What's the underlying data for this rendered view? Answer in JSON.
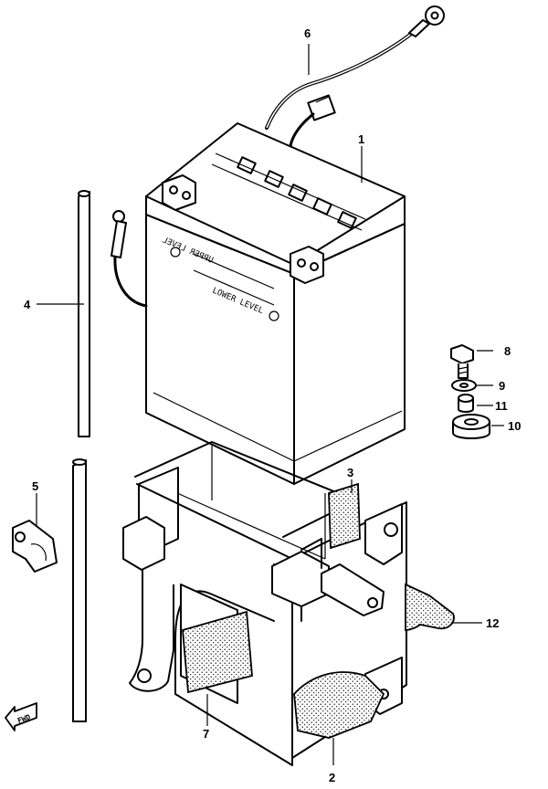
{
  "callouts": {
    "c1": "1",
    "c2": "2",
    "c3": "3",
    "c4": "4",
    "c5": "5",
    "c6": "6",
    "c7": "7",
    "c8": "8",
    "c9": "9",
    "c10": "10",
    "c11": "11",
    "c12": "12"
  },
  "battery": {
    "upper_level": "UPPER LEVEL",
    "lower_level": "LOWER LEVEL"
  },
  "fwd_label": "FWD"
}
